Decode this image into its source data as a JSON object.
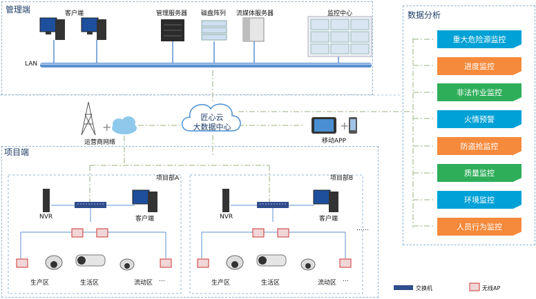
{
  "regions": {
    "management": "管理端",
    "project": "项目端",
    "analysis": "数据分析"
  },
  "management": {
    "client": "客户端",
    "mgmt_server": "管理服务器",
    "disk_array": "磁盘阵列",
    "stream_server": "流媒体服务器",
    "monitor_center": "监控中心",
    "lan": "LAN"
  },
  "cloud": {
    "line1": "匠心云",
    "line2": "大数据中心",
    "operator": "运营商网络",
    "mobile": "移动APP"
  },
  "projectA": {
    "title": "项目部A",
    "nvr": "NVR",
    "client": "客户端",
    "zone1": "生产区",
    "zone2": "生活区",
    "zone3": "流动区",
    "ellipsis": "…"
  },
  "projectB": {
    "title": "项目部B",
    "nvr": "NVR",
    "client": "客户端",
    "zone1": "生产区",
    "zone2": "生活区",
    "zone3": "流动区",
    "ellipsis": "…",
    "more": "……"
  },
  "analysis_items": [
    {
      "label": "重大危险源监控",
      "color": "#00a1d6"
    },
    {
      "label": "进度监控",
      "color": "#f58a3c"
    },
    {
      "label": "非法作业监控",
      "color": "#2fae5a"
    },
    {
      "label": "火情预警",
      "color": "#00a1d6"
    },
    {
      "label": "防盗抢监控",
      "color": "#f58a3c"
    },
    {
      "label": "质量监控",
      "color": "#2fae5a"
    },
    {
      "label": "环境监控",
      "color": "#00a1d6"
    },
    {
      "label": "人员行为监控",
      "color": "#f58a3c"
    }
  ],
  "legend": {
    "switch": "交换机",
    "ap": "无线AP"
  }
}
